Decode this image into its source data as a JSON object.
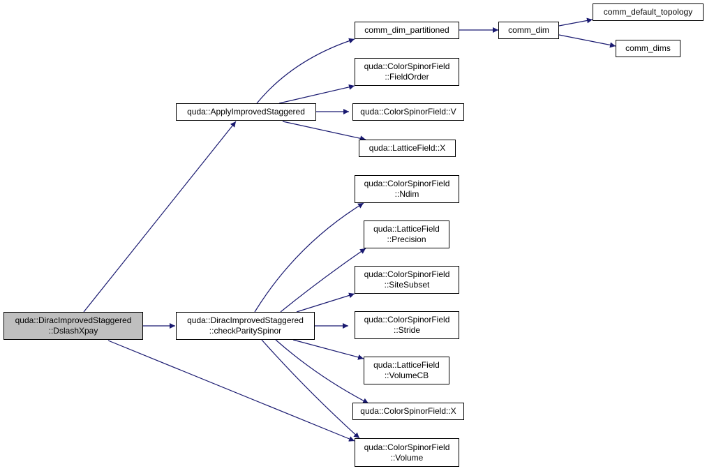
{
  "colors": {
    "edge": "#191970",
    "node_border": "#000000",
    "node_fill": "#ffffff",
    "root_fill": "#bfbfbf"
  },
  "nodes": {
    "root": [
      "quda::DiracImprovedStaggered",
      "::DslashXpay"
    ],
    "apply_improved_staggered": [
      "quda::ApplyImprovedStaggered"
    ],
    "check_parity_spinor": [
      "quda::DiracImprovedStaggered",
      "::checkParitySpinor"
    ],
    "comm_dim_partitioned": [
      "comm_dim_partitioned"
    ],
    "comm_dim": [
      "comm_dim"
    ],
    "comm_default_topology": [
      "comm_default_topology"
    ],
    "comm_dims": [
      "comm_dims"
    ],
    "csf_field_order": [
      "quda::ColorSpinorField",
      "::FieldOrder"
    ],
    "csf_v": [
      "quda::ColorSpinorField::V"
    ],
    "lf_x": [
      "quda::LatticeField::X"
    ],
    "csf_ndim": [
      "quda::ColorSpinorField",
      "::Ndim"
    ],
    "lf_precision": [
      "quda::LatticeField",
      "::Precision"
    ],
    "csf_site_subset": [
      "quda::ColorSpinorField",
      "::SiteSubset"
    ],
    "csf_stride": [
      "quda::ColorSpinorField",
      "::Stride"
    ],
    "lf_volume_cb": [
      "quda::LatticeField",
      "::VolumeCB"
    ],
    "csf_x": [
      "quda::ColorSpinorField::X"
    ],
    "csf_volume": [
      "quda::ColorSpinorField",
      "::Volume"
    ]
  },
  "edges": [
    [
      "root",
      "apply_improved_staggered"
    ],
    [
      "root",
      "check_parity_spinor"
    ],
    [
      "root",
      "csf_volume"
    ],
    [
      "apply_improved_staggered",
      "comm_dim_partitioned"
    ],
    [
      "apply_improved_staggered",
      "csf_field_order"
    ],
    [
      "apply_improved_staggered",
      "csf_v"
    ],
    [
      "apply_improved_staggered",
      "lf_x"
    ],
    [
      "comm_dim_partitioned",
      "comm_dim"
    ],
    [
      "comm_dim",
      "comm_default_topology"
    ],
    [
      "comm_dim",
      "comm_dims"
    ],
    [
      "check_parity_spinor",
      "csf_ndim"
    ],
    [
      "check_parity_spinor",
      "lf_precision"
    ],
    [
      "check_parity_spinor",
      "csf_site_subset"
    ],
    [
      "check_parity_spinor",
      "csf_stride"
    ],
    [
      "check_parity_spinor",
      "lf_volume_cb"
    ],
    [
      "check_parity_spinor",
      "csf_x"
    ],
    [
      "check_parity_spinor",
      "csf_volume"
    ]
  ]
}
